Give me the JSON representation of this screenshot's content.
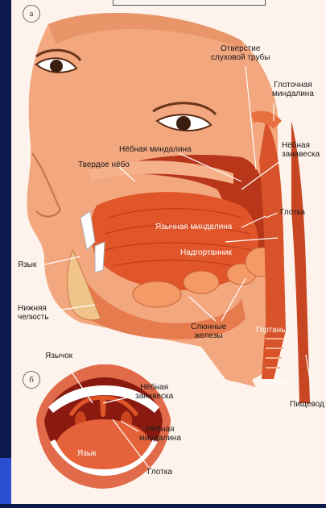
{
  "panel_a": {
    "badge": "а",
    "labels": {
      "eustachian_opening": "Отверстие\nслуховой трубы",
      "pharyngeal_tonsil": "Глоточная\nминдалина",
      "palatine_tonsil": "Нёбная миндалина",
      "hard_palate": "Твердое нёбо",
      "soft_palate": "Нёбная\nзанавеска",
      "pharynx": "Глотка",
      "lingual_tonsil": "Язычная миндалина",
      "epiglottis": "Надгортанник",
      "tongue": "Язык",
      "mandible": "Нижняя\nчелюсть",
      "salivary_glands": "Слюнные\nжелезы",
      "larynx": "Гортань",
      "trachea": "Трахея",
      "esophagus": "Пищевод"
    }
  },
  "panel_b": {
    "badge": "б",
    "labels": {
      "uvula": "Язычок",
      "soft_palate": "Нёбная\nзанавеска",
      "palatine_tonsil": "Нёбная\nминдалина",
      "tongue": "Язык",
      "pharynx": "Глотка"
    }
  },
  "colors": {
    "background": "#0d1a4e",
    "panel_background": "#fdf3ec",
    "skin": "#f2a77e",
    "muscle": "#e0562a",
    "muscle_dark": "#b8361a",
    "tissue_light": "#f6b08a",
    "label_text": "#1a1a1a",
    "leader_line": "#ffffff"
  }
}
